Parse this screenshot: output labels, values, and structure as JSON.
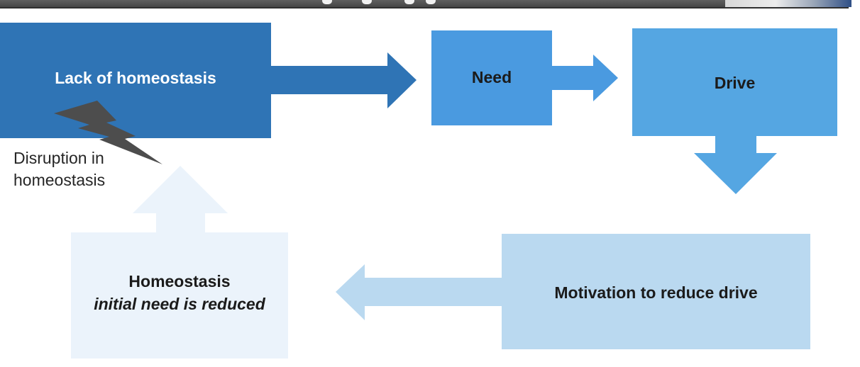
{
  "nodes": {
    "lack_of_homeostasis": "Lack of homeostasis",
    "need": "Need",
    "drive": "Drive",
    "motivation": "Motivation to reduce drive",
    "homeostasis": "Homeostasis",
    "homeostasis_sub": "initial need is reduced"
  },
  "annotations": {
    "disruption_line1": "Disruption in",
    "disruption_line2": "homeostasis"
  },
  "colors": {
    "dark_blue": "#2f74b5",
    "medium_blue": "#4a9ae0",
    "sky_blue": "#55a6e2",
    "light_blue": "#bad9f0",
    "pale_blue": "#ebf3fb",
    "lightning_gray": "#4d4d4d"
  },
  "icons": {
    "lightning": "lightning-bolt-icon"
  }
}
